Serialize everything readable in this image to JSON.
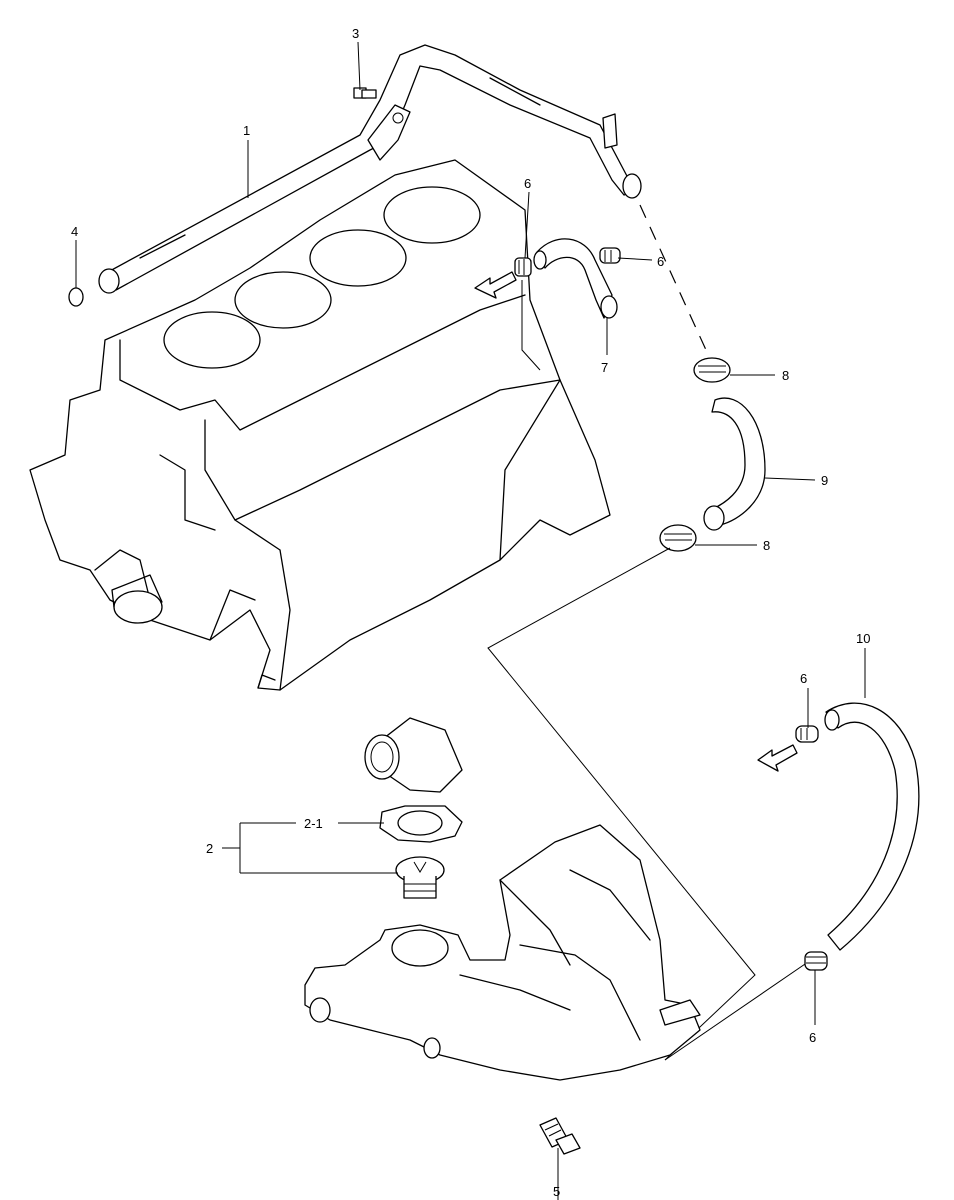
{
  "callouts": {
    "c1": "1",
    "c2": "2",
    "c2_1": "2-1",
    "c3": "3",
    "c4": "4",
    "c5": "5",
    "c6a": "6",
    "c6b": "6",
    "c6c": "6",
    "c6d": "6",
    "c7": "7",
    "c8a": "8",
    "c8b": "8",
    "c9": "9",
    "c10": "10"
  }
}
